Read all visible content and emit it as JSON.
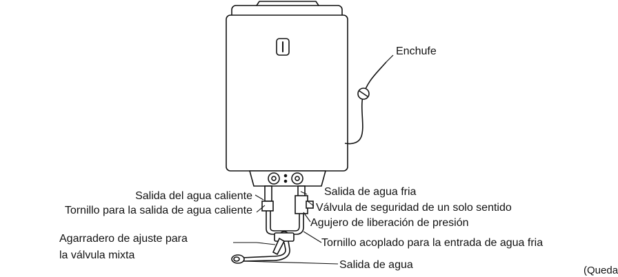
{
  "labels": {
    "plug": "Enchufe",
    "hot_outlet": "Salida del agua caliente",
    "hot_outlet_screw": "Tornillo para la salida de agua caliente",
    "mixing_handle_line1": "Agarradero de ajuste para",
    "mixing_handle_line2": "la válvula mixta",
    "cold_outlet": "Salida de agua fria",
    "safety_valve": "Válvula de seguridad de un solo sentido",
    "pressure_hole": "Agujero de liberación de presión",
    "cold_inlet_screw": "Tornillo acoplado para la entrada de agua fria",
    "water_outlet": "Salida de agua",
    "cut_text": "(Queda"
  },
  "colors": {
    "line": "#111111",
    "fill": "#ffffff"
  },
  "icons": {
    "heater": "water-heater-icon",
    "plug": "plug-icon"
  }
}
